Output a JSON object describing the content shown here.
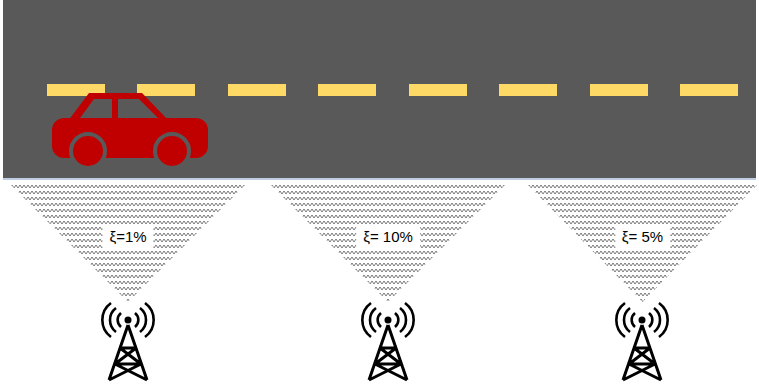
{
  "diagram": {
    "nodes": [
      {
        "text": [
          "ξ=1%"
        ]
      },
      {
        "text": [
          "ξ= 10%"
        ]
      },
      {
        "text": [
          "ξ= 5%"
        ]
      }
    ]
  }
}
